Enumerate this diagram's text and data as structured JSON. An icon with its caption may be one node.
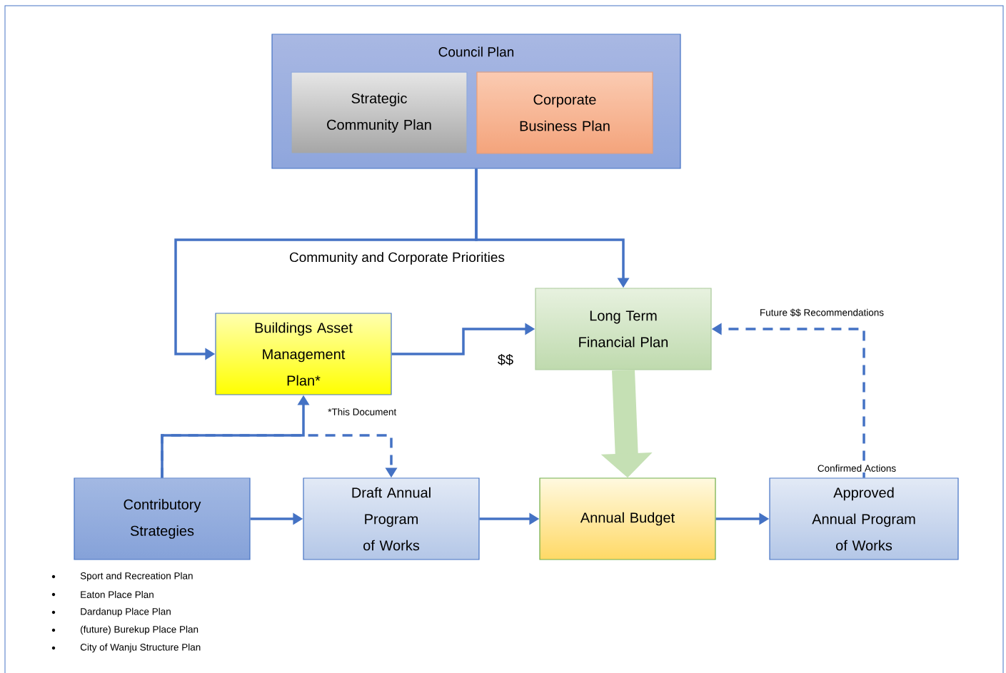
{
  "diagram": {
    "nodes": [
      {
        "text": [
          "Council Plan"
        ]
      },
      {
        "text": [
          "Strategic Community Plan"
        ],
        "in": 0
      },
      {
        "text": [
          "Corporate Business Plan"
        ],
        "in": 0
      },
      {
        "text": [
          "Buildings Asset Management Plan*"
        ],
        "beside": [
          "*This Document"
        ]
      },
      {
        "text": [
          "Long Term Financial Plan"
        ]
      },
      {
        "text": [
          "Contributory Strategies"
        ]
      },
      {
        "text": [
          "Draft Annual Program of Works"
        ]
      },
      {
        "text": [
          "Annual Budget"
        ]
      },
      {
        "text": [
          "Approved Annual Program of Works"
        ]
      }
    ],
    "edges": [
      {
        "from": 0,
        "to": 3,
        "arrow": "to",
        "label": "Community and Corporate Priorities"
      },
      {
        "from": 0,
        "to": 4,
        "arrow": "to"
      },
      {
        "from": 3,
        "to": 4,
        "arrow": "to",
        "label": "$$"
      },
      {
        "from": 4,
        "to": 7,
        "arrow": "to",
        "style": "thick",
        "color": "#c5e0b4"
      },
      {
        "from": 5,
        "to": 3,
        "arrow": "to"
      },
      {
        "from": 5,
        "to": 6,
        "arrow": "to",
        "style": "dashed"
      },
      {
        "from": 5,
        "to": 6,
        "arrow": "to"
      },
      {
        "from": 6,
        "to": 7,
        "arrow": "to"
      },
      {
        "from": 7,
        "to": 8,
        "arrow": "to"
      },
      {
        "from": 8,
        "to": 4,
        "arrow": "to",
        "style": "dashed",
        "label": "Future $$ Recommendations"
      }
    ],
    "labels": [
      "Confirmed Actions",
      "Sport and Recreation Plan",
      "Eaton Place Plan",
      "Dardanup Place Plan",
      "(future) Burekup Place Plan",
      "City of Wanju Structure Plan"
    ]
  }
}
